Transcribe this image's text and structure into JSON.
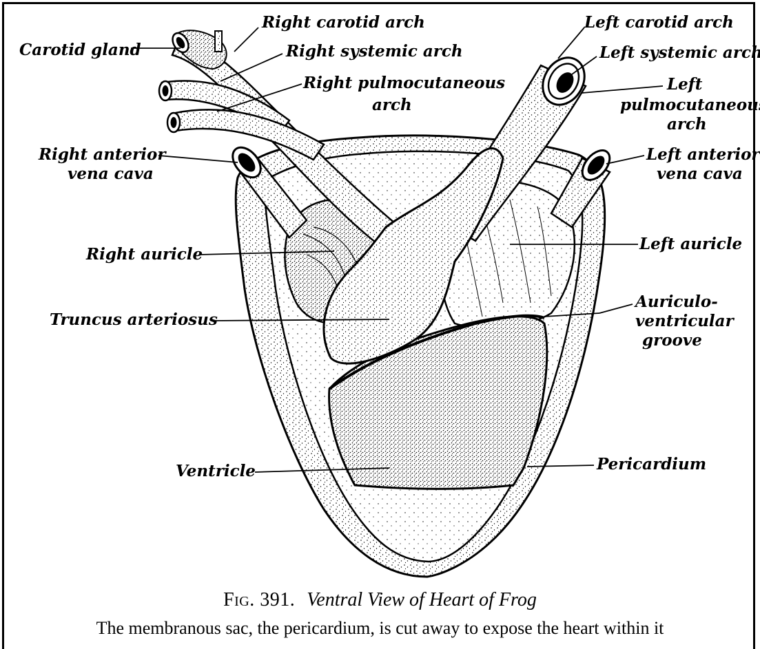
{
  "labels": {
    "carotid_gland": "Carotid gland",
    "right_carotid_arch": "Right carotid arch",
    "right_systemic_arch": "Right systemic arch",
    "right_pulmocutaneous_1": "Right pulmocutaneous",
    "right_pulmocutaneous_2": "arch",
    "left_carotid_arch": "Left carotid arch",
    "left_systemic_arch": "Left systemic arch",
    "left_pulmocutaneous_1": "Left",
    "left_pulmocutaneous_2": "pulmocutaneous",
    "left_pulmocutaneous_3": "arch",
    "right_anterior_vena_cava_1": "Right anterior",
    "right_anterior_vena_cava_2": "vena cava",
    "left_anterior_vena_cava_1": "Left anterior",
    "left_anterior_vena_cava_2": "vena cava",
    "right_auricle": "Right auricle",
    "left_auricle": "Left auricle",
    "truncus_arteriosus": "Truncus arteriosus",
    "auriculo_ventricular_groove_1": "Auriculo-",
    "auriculo_ventricular_groove_2": "ventricular",
    "auriculo_ventricular_groove_3": "groove",
    "ventricle": "Ventricle",
    "pericardium": "Pericardium"
  },
  "caption": {
    "figure_number": "Fig. 391.",
    "title": "Ventral View of Heart of Frog",
    "description": "The membranous sac, the pericardium, is cut away to expose the heart within it"
  }
}
